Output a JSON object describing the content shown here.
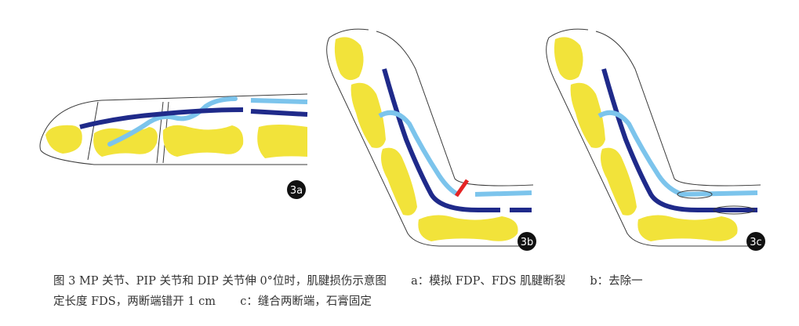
{
  "colors": {
    "bone": "#f2e33a",
    "outline": "#3a3a3a",
    "fdp_tendon": "#1f2a8a",
    "fds_tendon": "#7cc4ec",
    "rupture_mark": "#e52424",
    "label_bg": "#111111",
    "label_fg": "#ffffff",
    "caption_text": "#333333"
  },
  "panels": [
    {
      "id": "3a",
      "label": "3a",
      "icon": "finger-extended-full-tendons-icon"
    },
    {
      "id": "3b",
      "label": "3b",
      "icon": "finger-flexed-rupture-icon"
    },
    {
      "id": "3c",
      "label": "3c",
      "icon": "finger-flexed-sutured-icon"
    }
  ],
  "caption": {
    "figure_number": "图 3",
    "title": "MP 关节、PIP 关节和 DIP 关节伸 0°位时，肌腱损伤示意图",
    "part_a": "a：模拟 FDP、FDS 肌腱断裂",
    "part_b_line1": "b：去除一",
    "part_b_line2": "定长度 FDS，两断端错开 1 cm",
    "part_c": "c：缝合两断端，石膏固定"
  }
}
